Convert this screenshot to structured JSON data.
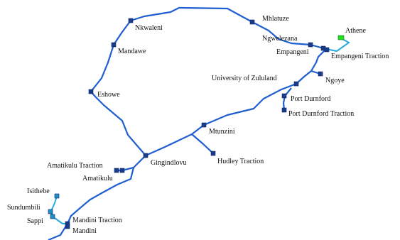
{
  "colors": {
    "main_line": "#1f5fd0",
    "branch_line": "#29a9e0",
    "station": "#1a3a8a",
    "branch_station": "#1f8fc8",
    "highlight_station": "#22dd22"
  },
  "stations": [
    {
      "id": "athene",
      "label": "Athene",
      "highlight": true
    },
    {
      "id": "mhlatuze",
      "label": "Mhlatuze"
    },
    {
      "id": "nkwaleni",
      "label": "Nkwaleni"
    },
    {
      "id": "mandawe",
      "label": "Mandawe"
    },
    {
      "id": "ngwelezana",
      "label": "Ngwelezana"
    },
    {
      "id": "empangeni",
      "label": "Empangeni"
    },
    {
      "id": "empangeni-traction",
      "label": "Empangeni Traction"
    },
    {
      "id": "eshowe",
      "label": "Eshowe"
    },
    {
      "id": "university-of-zululand",
      "label": "University of Zululand"
    },
    {
      "id": "ngoye",
      "label": "Ngoye"
    },
    {
      "id": "port-durnford",
      "label": "Port Durnford"
    },
    {
      "id": "port-durnford-traction",
      "label": "Port Durnford Traction"
    },
    {
      "id": "mtunzini",
      "label": "Mtunzini"
    },
    {
      "id": "hudley-traction",
      "label": "Hudley Traction"
    },
    {
      "id": "gingindlovu",
      "label": "Gingindlovu"
    },
    {
      "id": "amatikulu-traction",
      "label": "Amatikulu Traction"
    },
    {
      "id": "amatikulu",
      "label": "Amatikulu"
    },
    {
      "id": "isithebe",
      "label": "Isithebe",
      "branch": true
    },
    {
      "id": "sundumbili",
      "label": "Sundumbili",
      "branch": true
    },
    {
      "id": "sappi",
      "label": "Sappi",
      "branch": true
    },
    {
      "id": "mandini-traction",
      "label": "Mandini Traction"
    },
    {
      "id": "mandini",
      "label": "Mandini"
    }
  ]
}
